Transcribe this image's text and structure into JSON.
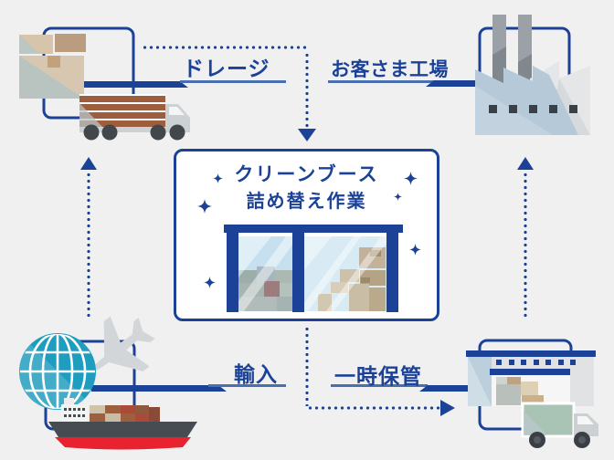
{
  "colors": {
    "background": "#f0f0f1",
    "navy": "#1b4296",
    "underline_blue": "#4a6fae",
    "card_background": "#ffffff",
    "globe_teal": "#1f9dbf",
    "ship_red": "#e8222e"
  },
  "labels": {
    "drayage": "ドレージ",
    "customer_factory": "お客さま工場",
    "import": "輸入",
    "temporary_storage": "一時保管"
  },
  "booth": {
    "title_line1": "クリーンブース",
    "title_line2": "詰め替え作業"
  },
  "icons": {
    "top_left": "cargo-boxes-truck-icon",
    "top_right": "factory-icon",
    "bottom_left": "globe-airplane-cargo-ship-icon",
    "bottom_right": "warehouse-delivery-truck-icon",
    "center": "clean-booth-glass-icon",
    "decoration": "sparkle-icon",
    "arrows": [
      "dotted-arrow-down-to-booth",
      "dotted-arrow-up-left",
      "dotted-arrow-up-right",
      "dotted-arrow-right-to-warehouse"
    ]
  }
}
